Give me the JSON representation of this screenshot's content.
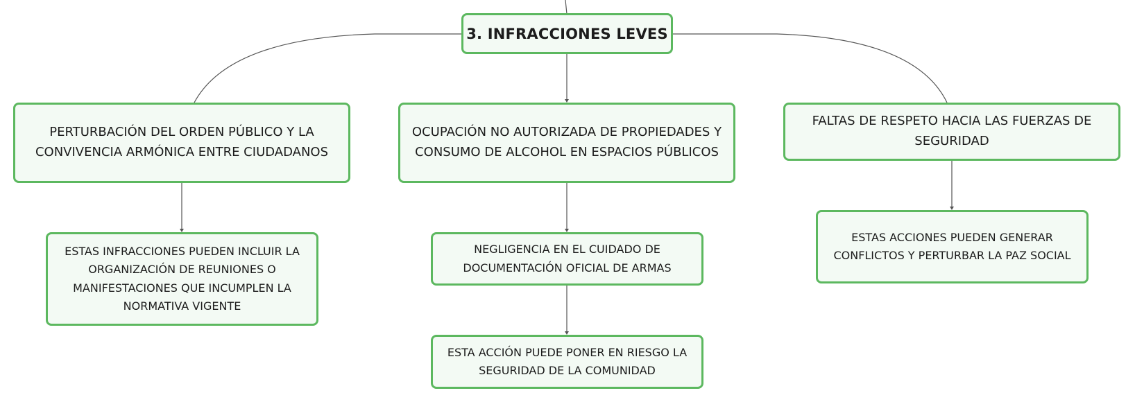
{
  "root": {
    "label": "3. INFRACCIONES LEVES"
  },
  "branches": [
    {
      "label": "PERTURBACIÓN DEL ORDEN PÚBLICO Y LA CONVIVENCIA ARMÓNICA ENTRE CIUDADANOS",
      "children": [
        "ESTAS INFRACCIONES PUEDEN INCLUIR LA ORGANIZACIÓN DE REUNIONES O MANIFESTACIONES QUE INCUMPLEN LA NORMATIVA VIGENTE"
      ]
    },
    {
      "label": "OCUPACIÓN NO AUTORIZADA DE PROPIEDADES Y CONSUMO DE ALCOHOL EN ESPACIOS PÚBLICOS",
      "children": [
        "NEGLIGENCIA EN EL CUIDADO DE DOCUMENTACIÓN OFICIAL DE ARMAS",
        "ESTA ACCIÓN PUEDE PONER EN RIESGO LA SEGURIDAD DE LA COMUNIDAD"
      ]
    },
    {
      "label": "FALTAS DE RESPETO HACIA LAS FUERZAS DE SEGURIDAD",
      "children": [
        "ESTAS ACCIONES PUEDEN GENERAR CONFLICTOS Y PERTURBAR LA PAZ SOCIAL"
      ]
    }
  ],
  "colors": {
    "node_border": "#5cb85f",
    "node_fill": "#f3faf4",
    "connector": "#555555",
    "text": "#1c1c1c"
  }
}
